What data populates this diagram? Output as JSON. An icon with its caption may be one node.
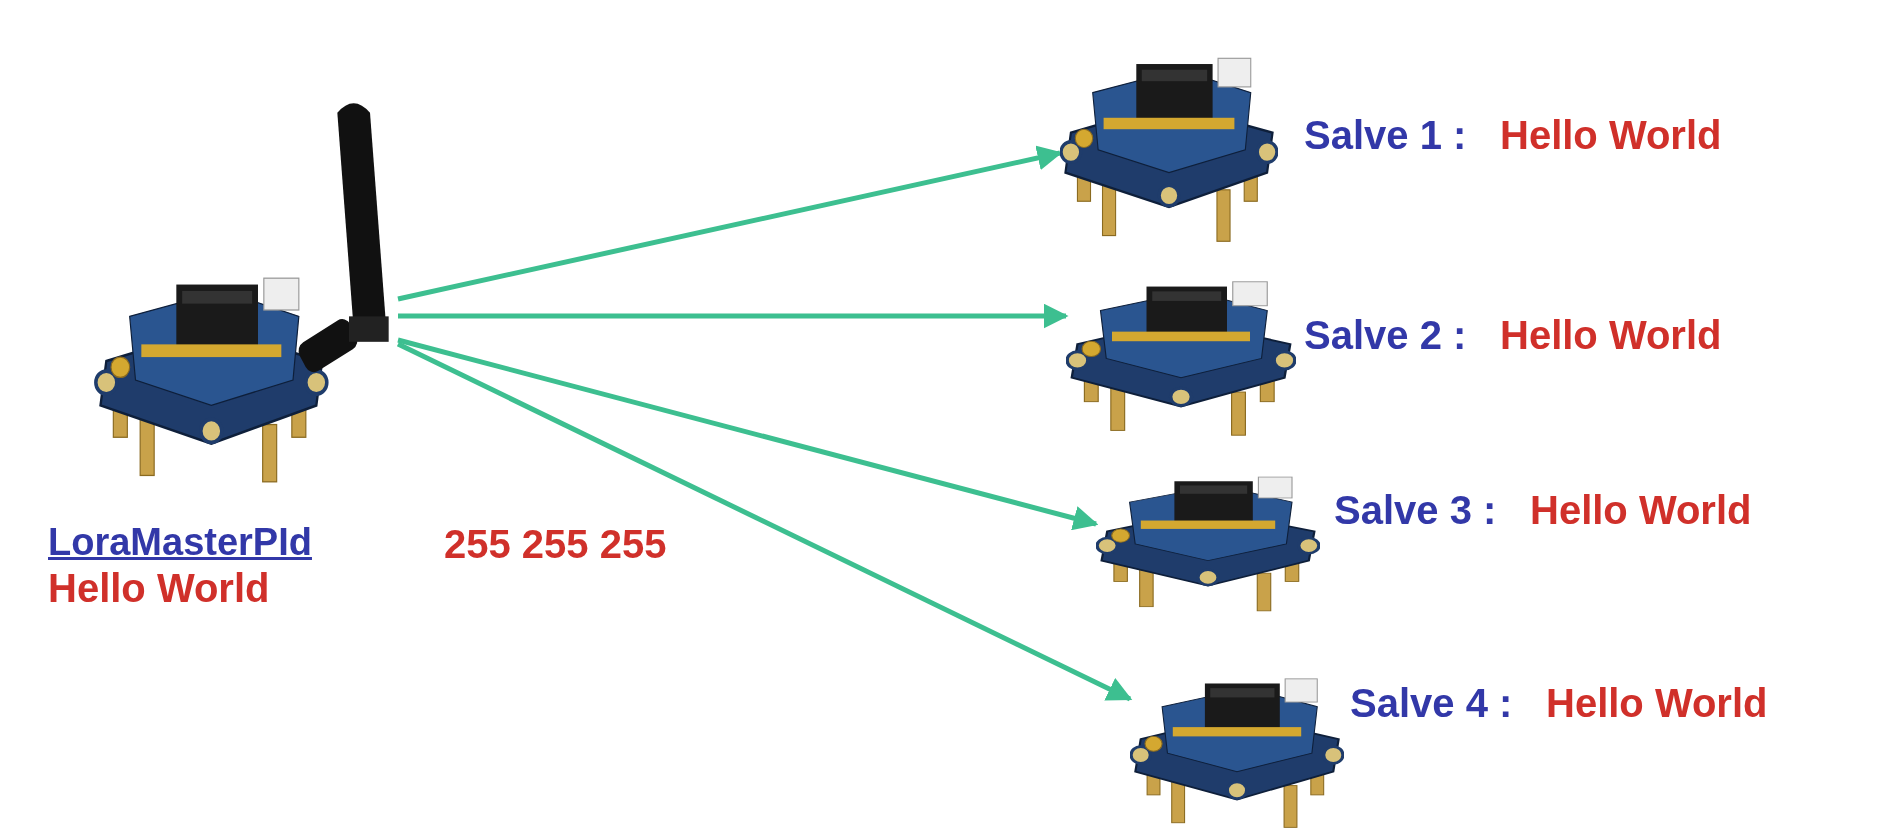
{
  "diagram": {
    "nodes": [
      {
        "text": [],
        "shape": "picture",
        "beside": [
          "LoraMasterPId",
          "255 255 255",
          "Hello World"
        ]
      },
      {
        "text": [],
        "shape": "picture",
        "beside": [
          "Salve 1 :",
          "Hello World"
        ]
      },
      {
        "text": [],
        "shape": "picture",
        "beside": [
          "Salve 2 :",
          "Hello World"
        ]
      },
      {
        "text": [],
        "shape": "picture",
        "beside": [
          "Salve 3 :",
          "Hello World"
        ]
      },
      {
        "text": [],
        "shape": "picture",
        "beside": [
          "Salve 4 :",
          "Hello World"
        ]
      }
    ],
    "edges": [
      {
        "from": 0,
        "to": 1,
        "arrow": "to"
      },
      {
        "from": 0,
        "to": 2,
        "arrow": "to"
      },
      {
        "from": 0,
        "to": 3,
        "arrow": "to"
      },
      {
        "from": 0,
        "to": 4,
        "arrow": "to"
      }
    ]
  }
}
